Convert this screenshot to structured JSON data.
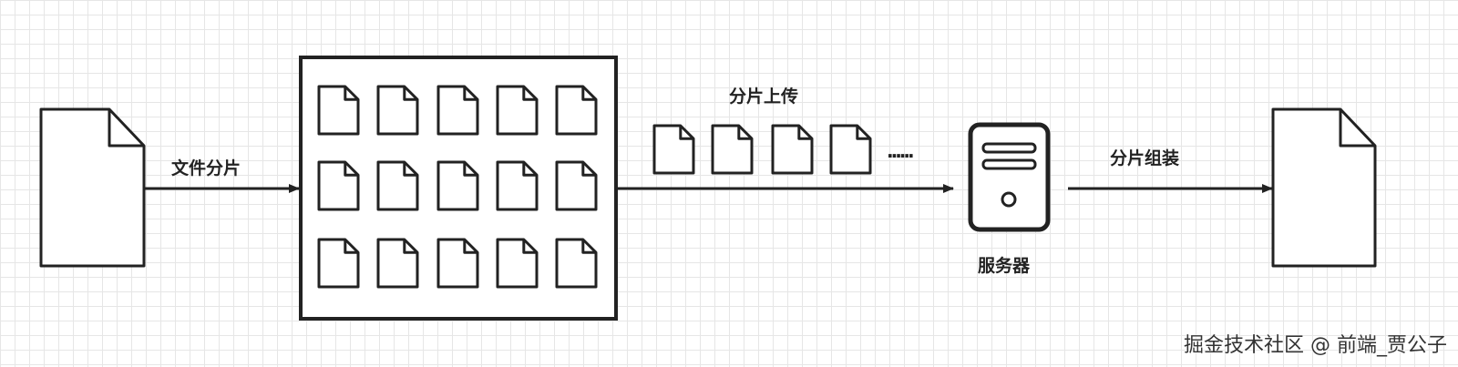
{
  "diagram": {
    "labels": {
      "split": "文件分片",
      "upload": "分片上传",
      "assemble": "分片组装",
      "server": "服务器",
      "ellipsis": "······"
    }
  },
  "watermark": "掘金技术社区 @ 前端_贾公子",
  "colors": {
    "stroke": "#222222",
    "fill": "#ffffff",
    "grid": "#e6e6e6"
  }
}
